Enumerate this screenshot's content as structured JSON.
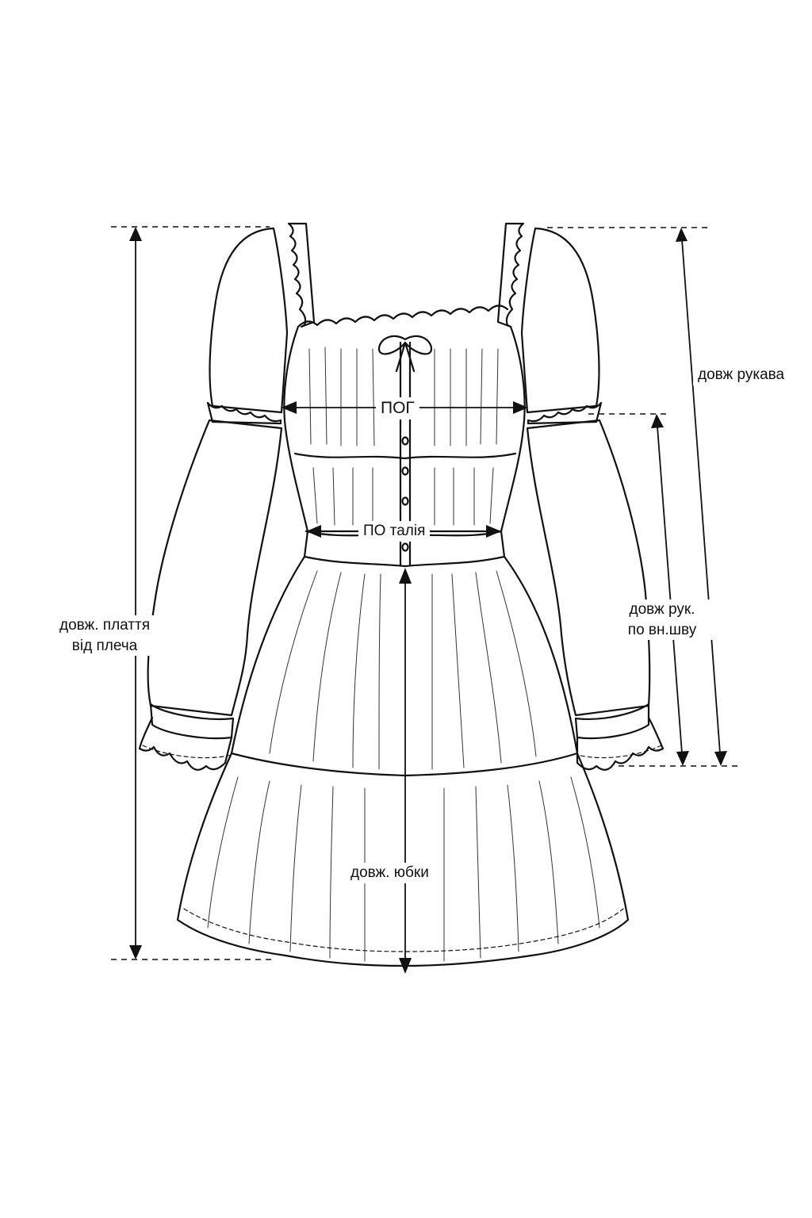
{
  "diagram": {
    "labels": {
      "bust": "ПОГ",
      "waist": "ПО талія",
      "dress_length_line1": "довж. плаття",
      "dress_length_line2": "від плеча",
      "sleeve_length": "довж рукава",
      "inner_sleeve_line1": "довж рук.",
      "inner_sleeve_line2": "по вн.шву",
      "skirt_length": "довж. юбки"
    },
    "colors": {
      "line": "#111111",
      "background": "#ffffff"
    }
  }
}
